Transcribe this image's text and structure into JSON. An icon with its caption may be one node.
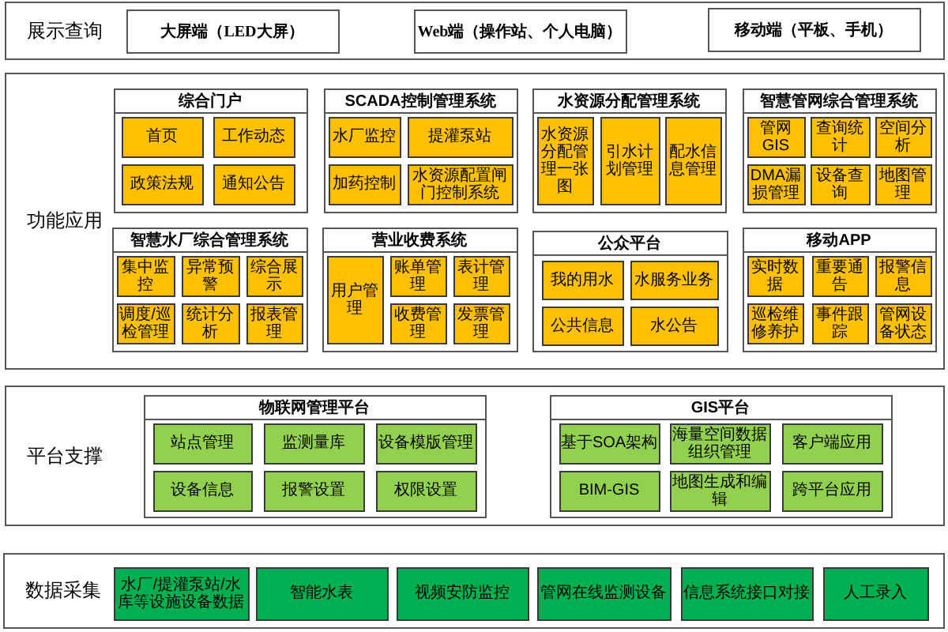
{
  "diagram": {
    "nodes": [
      {
        "text": [
          "展示查询"
        ]
      },
      {
        "text": [
          "大屏端（LED大屏）"
        ],
        "in": 0
      },
      {
        "text": [
          "Web端（操作站、个人电脑）"
        ],
        "in": 0
      },
      {
        "text": [
          "移动端（平板、手机）"
        ],
        "in": 0
      },
      {
        "text": [
          "功能应用"
        ]
      },
      {
        "text": [
          "综合门户"
        ],
        "in": 4
      },
      {
        "text": [
          "首页"
        ],
        "in": 5
      },
      {
        "text": [
          "工作动态"
        ],
        "in": 5
      },
      {
        "text": [
          "政策法规"
        ],
        "in": 5
      },
      {
        "text": [
          "通知公告"
        ],
        "in": 5
      },
      {
        "text": [
          "SCADA控制管理系统"
        ],
        "in": 4
      },
      {
        "text": [
          "水厂监控"
        ],
        "in": 10
      },
      {
        "text": [
          "提灌泵站"
        ],
        "in": 10
      },
      {
        "text": [
          "加药控制"
        ],
        "in": 10
      },
      {
        "text": [
          "水资源配置闸门控制系统"
        ],
        "in": 10
      },
      {
        "text": [
          "水资源分配管理系统"
        ],
        "in": 4
      },
      {
        "text": [
          "水资源分配管理一张图"
        ],
        "in": 15
      },
      {
        "text": [
          "引水计划管理"
        ],
        "in": 15
      },
      {
        "text": [
          "配水信息管理"
        ],
        "in": 15
      },
      {
        "text": [
          "智慧管网综合管理系统"
        ],
        "in": 4
      },
      {
        "text": [
          "管网GIS"
        ],
        "in": 19
      },
      {
        "text": [
          "查询统计"
        ],
        "in": 19
      },
      {
        "text": [
          "空间分析"
        ],
        "in": 19
      },
      {
        "text": [
          "DMA漏损管理"
        ],
        "in": 19
      },
      {
        "text": [
          "设备查询"
        ],
        "in": 19
      },
      {
        "text": [
          "地图管理"
        ],
        "in": 19
      },
      {
        "text": [
          "智慧水厂综合管理系统"
        ],
        "in": 4
      },
      {
        "text": [
          "集中监控"
        ],
        "in": 26
      },
      {
        "text": [
          "异常预警"
        ],
        "in": 26
      },
      {
        "text": [
          "综合展示"
        ],
        "in": 26
      },
      {
        "text": [
          "调度/巡检管理"
        ],
        "in": 26
      },
      {
        "text": [
          "统计分析"
        ],
        "in": 26
      },
      {
        "text": [
          "报表管理"
        ],
        "in": 26
      },
      {
        "text": [
          "营业收费系统"
        ],
        "in": 4
      },
      {
        "text": [
          "用户管理"
        ],
        "in": 33
      },
      {
        "text": [
          "账单管理"
        ],
        "in": 33
      },
      {
        "text": [
          "表计管理"
        ],
        "in": 33
      },
      {
        "text": [
          "收费管理"
        ],
        "in": 33
      },
      {
        "text": [
          "发票管理"
        ],
        "in": 33
      },
      {
        "text": [
          "公众平台"
        ],
        "in": 4
      },
      {
        "text": [
          "我的用水"
        ],
        "in": 39
      },
      {
        "text": [
          "水服务业务"
        ],
        "in": 39
      },
      {
        "text": [
          "公共信息"
        ],
        "in": 39
      },
      {
        "text": [
          "水公告"
        ],
        "in": 39
      },
      {
        "text": [
          "移动APP"
        ],
        "in": 4
      },
      {
        "text": [
          "实时数据"
        ],
        "in": 44
      },
      {
        "text": [
          "重要通告"
        ],
        "in": 44
      },
      {
        "text": [
          "报警信息"
        ],
        "in": 44
      },
      {
        "text": [
          "巡检维修养护"
        ],
        "in": 44
      },
      {
        "text": [
          "事件跟踪"
        ],
        "in": 44
      },
      {
        "text": [
          "管网设备状态"
        ],
        "in": 44
      },
      {
        "text": [
          "平台支撑"
        ]
      },
      {
        "text": [
          "物联网管理平台"
        ],
        "in": 51
      },
      {
        "text": [
          "站点管理"
        ],
        "in": 52
      },
      {
        "text": [
          "监测量库"
        ],
        "in": 52
      },
      {
        "text": [
          "设备模版管理"
        ],
        "in": 52
      },
      {
        "text": [
          "设备信息"
        ],
        "in": 52
      },
      {
        "text": [
          "报警设置"
        ],
        "in": 52
      },
      {
        "text": [
          "权限设置"
        ],
        "in": 52
      },
      {
        "text": [
          "GIS平台"
        ],
        "in": 51
      },
      {
        "text": [
          "基于SOA架构"
        ],
        "in": 59
      },
      {
        "text": [
          "海量空间数据组织管理"
        ],
        "in": 59
      },
      {
        "text": [
          "客户端应用"
        ],
        "in": 59
      },
      {
        "text": [
          "BIM-GIS"
        ],
        "in": 59
      },
      {
        "text": [
          "地图生成和编辑"
        ],
        "in": 59
      },
      {
        "text": [
          "跨平台应用"
        ],
        "in": 59
      },
      {
        "text": [
          "数据采集"
        ]
      },
      {
        "text": [
          "水厂/提灌泵站/水库等设施设备数据"
        ],
        "in": 66
      },
      {
        "text": [
          "智能水表"
        ],
        "in": 66
      },
      {
        "text": [
          "视频安防监控"
        ],
        "in": 66
      },
      {
        "text": [
          "管网在线监测设备"
        ],
        "in": 66
      },
      {
        "text": [
          "信息系统接口对接"
        ],
        "in": 66
      },
      {
        "text": [
          "人工录入"
        ],
        "in": 66
      }
    ]
  }
}
